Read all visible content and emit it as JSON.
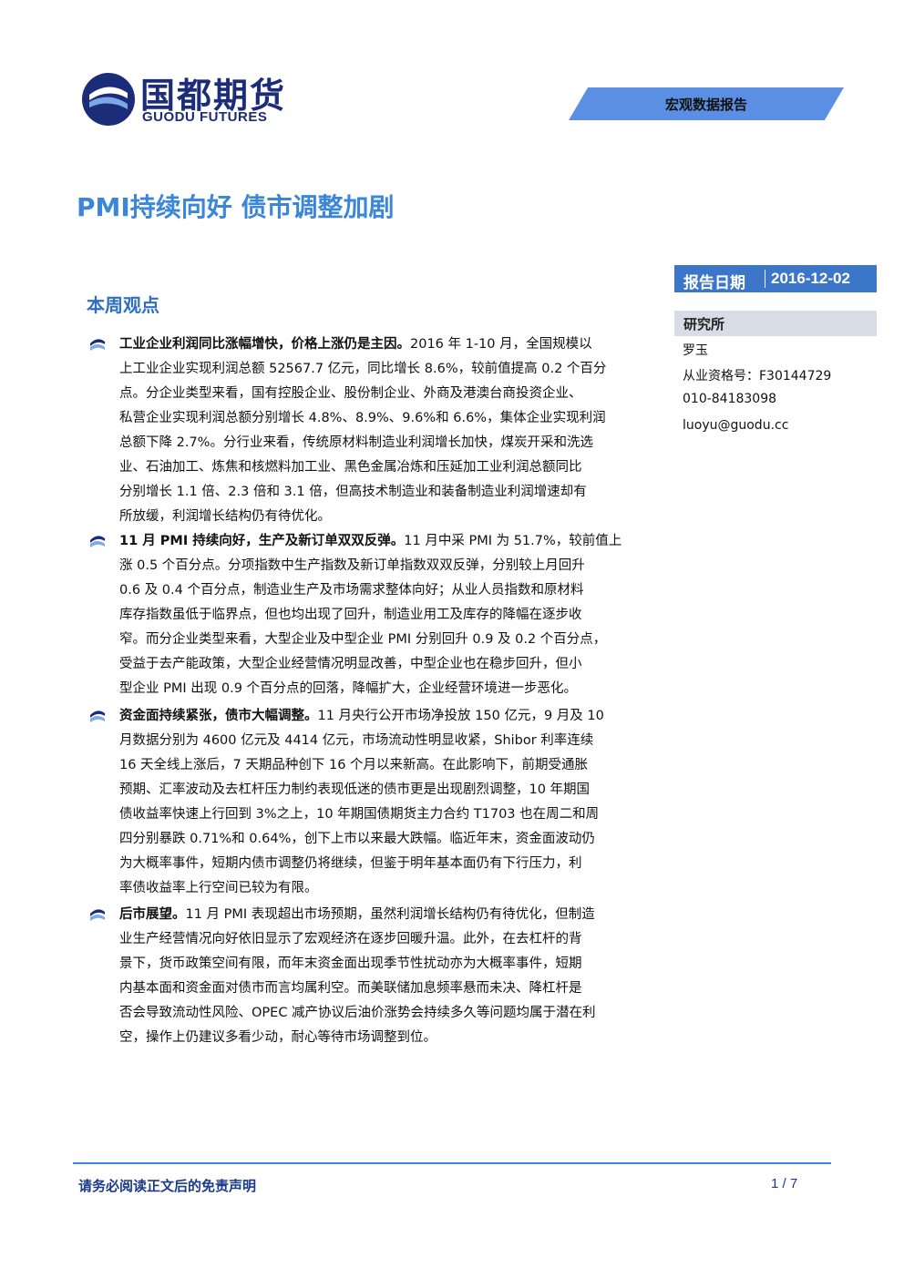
{
  "header": {
    "logo_cn": "国都期货",
    "logo_en": "GUODU FUTURES",
    "report_type": "宏观数据报告"
  },
  "title": "PMI持续向好 债市调整加剧",
  "sidebar": {
    "date_label": "报告日期",
    "date_value": "2016-12-02",
    "institute": "研究所",
    "contacts": [
      "罗玉",
      "从业资格号：F30144729",
      "010-84183098",
      "luoyu@guodu.cc"
    ]
  },
  "section_heading": "本周观点",
  "paragraphs": [
    {
      "lines": [
        {
          "b": "工业企业利润同比涨幅增快，价格上涨仍是主因。",
          "t": "2016 年 1-10 月，全国规模以"
        },
        {
          "b": "",
          "t": "上工业企业实现利润总额 52567.7 亿元，同比增长 8.6%，较前值提高 0.2 个百分"
        },
        {
          "b": "",
          "t": "点。分企业类型来看，国有控股企业、股份制企业、外商及港澳台商投资企业、"
        },
        {
          "b": "",
          "t": "私营企业实现利润总额分别增长 4.8%、8.9%、9.6%和 6.6%，集体企业实现利润"
        },
        {
          "b": "",
          "t": "总额下降 2.7%。分行业来看，传统原材料制造业利润增长加快，煤炭开采和洗选"
        },
        {
          "b": "",
          "t": "业、石油加工、炼焦和核燃料加工业、黑色金属冶炼和压延加工业利润总额同比"
        },
        {
          "b": "",
          "t": "分别增长 1.1 倍、2.3 倍和 3.1 倍，但高技术制造业和装备制造业利润增速却有"
        },
        {
          "b": "",
          "t": "所放缓，利润增长结构仍有待优化。"
        }
      ]
    },
    {
      "lines": [
        {
          "b": "11 月 PMI 持续向好，生产及新订单双双反弹。",
          "t": "11 月中采 PMI 为 51.7%，较前值上"
        },
        {
          "b": "",
          "t": "涨 0.5 个百分点。分项指数中生产指数及新订单指数双双反弹，分别较上月回升"
        },
        {
          "b": "",
          "t": "0.6 及 0.4 个百分点，制造业生产及市场需求整体向好；从业人员指数和原材料"
        },
        {
          "b": "",
          "t": "库存指数虽低于临界点，但也均出现了回升，制造业用工及库存的降幅在逐步收"
        },
        {
          "b": "",
          "t": "窄。而分企业类型来看，大型企业及中型企业 PMI 分别回升 0.9 及 0.2 个百分点，"
        },
        {
          "b": "",
          "t": "受益于去产能政策，大型企业经营情况明显改善，中型企业也在稳步回升，但小"
        },
        {
          "b": "",
          "t": "型企业 PMI 出现 0.9 个百分点的回落，降幅扩大，企业经营环境进一步恶化。"
        }
      ]
    },
    {
      "lines": [
        {
          "b": "资金面持续紧张，债市大幅调整。",
          "t": "11 月央行公开市场净投放 150 亿元，9 月及 10"
        },
        {
          "b": "",
          "t": "月数据分别为 4600 亿元及 4414 亿元，市场流动性明显收紧，Shibor 利率连续"
        },
        {
          "b": "",
          "t": "16 天全线上涨后，7 天期品种创下 16 个月以来新高。在此影响下，前期受通胀"
        },
        {
          "b": "",
          "t": "预期、汇率波动及去杠杆压力制约表现低迷的债市更是出现剧烈调整，10 年期国"
        },
        {
          "b": "",
          "t": "债收益率快速上行回到 3%之上，10 年期国债期货主力合约 T1703 也在周二和周"
        },
        {
          "b": "",
          "t": "四分别暴跌 0.71%和 0.64%，创下上市以来最大跌幅。临近年末，资金面波动仍"
        },
        {
          "b": "",
          "t": "为大概率事件，短期内债市调整仍将继续，但鉴于明年基本面仍有下行压力，利"
        },
        {
          "b": "",
          "t": "率债收益率上行空间已较为有限。"
        }
      ]
    },
    {
      "lines": [
        {
          "b": "后市展望。",
          "t": "11 月 PMI 表现超出市场预期，虽然利润增长结构仍有待优化，但制造"
        },
        {
          "b": "",
          "t": "业生产经营情况向好依旧显示了宏观经济在逐步回暖升温。此外，在去杠杆的背"
        },
        {
          "b": "",
          "t": "景下，货币政策空间有限，而年末资金面出现季节性扰动亦为大概率事件，短期"
        },
        {
          "b": "",
          "t": "内基本面和资金面对债市而言均属利空。而美联储加息频率悬而未决、降杠杆是"
        },
        {
          "b": "",
          "t": "否会导致流动性风险、OPEC 减产协议后油价涨势会持续多久等问题均属于潜在利"
        },
        {
          "b": "",
          "t": "空，操作上仍建议多看少动，耐心等待市场调整到位。"
        }
      ]
    }
  ],
  "footer": {
    "disclaimer": "请务必阅读正文后的免责声明",
    "page": "1 / 7"
  },
  "colors": {
    "brand_navy": "#1b2c78",
    "title_blue": "#3a86d8",
    "banner_blue": "#5b8fe3",
    "date_box_blue": "#3b76c9",
    "institute_gray": "#d8dce6"
  }
}
